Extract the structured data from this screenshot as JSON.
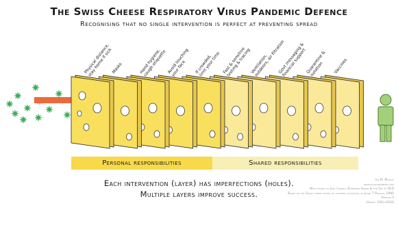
{
  "header": {
    "title": "The Swiss Cheese Respiratory Virus Pandemic Defence",
    "subtitle": "Recognising that no single intervention is perfect at preventing spread"
  },
  "layers": [
    {
      "label_line1": "Physical distance,",
      "label_line2": "stay home if sick"
    },
    {
      "label_line1": "Masks",
      "label_line2": ""
    },
    {
      "label_line1": "Hand hygiene,",
      "label_line2": "cough etiquette"
    },
    {
      "label_line1": "Avoid touching",
      "label_line2": "your face"
    },
    {
      "label_line1": "If crowded,",
      "label_line2": "limit your time"
    },
    {
      "label_line1": "Fast & sensitive",
      "label_line2": "testing & tracing"
    },
    {
      "label_line1": "Ventilation,",
      "label_line2": "outdoors, air filtration"
    },
    {
      "label_line1": "Govt messaging &",
      "label_line2": "financial support"
    },
    {
      "label_line1": "Quarantine &",
      "label_line2": "isolation"
    },
    {
      "label_line1": "Vaccines",
      "label_line2": ""
    }
  ],
  "bands": {
    "personal": "Personal responsibilities",
    "shared": "Shared responsibilities"
  },
  "captions": {
    "line1": "Each intervention (layer) has imperfections (holes).",
    "line2": "Multiple layers improve success."
  },
  "credits": {
    "line1": "Ian M. Mackay",
    "line2": "virologydownunder.com",
    "line3": "With thanks to Jody Lanard, Katherine Arden & the Uni of QLD",
    "line4": "Based on the Swiss cheese model of accident causation, by James T Reason, 1990",
    "line5": "Version 3",
    "line6": "Update: 24Oct2020"
  },
  "colors": {
    "personal_band": "#f7d94a",
    "shared_band": "#f8efb6",
    "cheese_face": "#f9e47a",
    "virus": "#3fae5b",
    "arrow": "#ea6a3a",
    "person": "#a3d07a"
  }
}
